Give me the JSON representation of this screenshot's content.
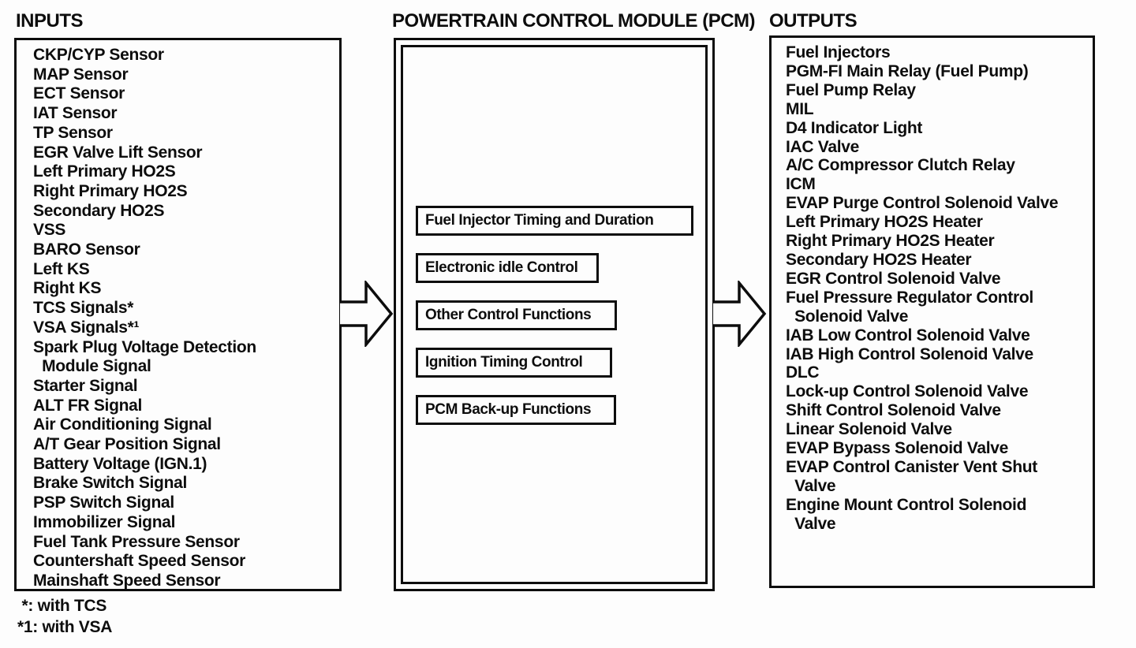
{
  "colors": {
    "ink": "#0d0d0d",
    "paper": "#fdfdfd"
  },
  "inputs": {
    "title": "INPUTS",
    "items": [
      "CKP/CYP Sensor",
      "MAP Sensor",
      "ECT Sensor",
      "IAT Sensor",
      "TP Sensor",
      "EGR Valve Lift Sensor",
      "Left Primary HO2S",
      "Right Primary HO2S",
      "Secondary HO2S",
      "VSS",
      "BARO Sensor",
      "Left KS",
      "Right KS",
      "TCS Signals*",
      "VSA Signals*¹",
      "Spark Plug Voltage Detection\n  Module Signal",
      "Starter Signal",
      "ALT FR Signal",
      "Air Conditioning Signal",
      "A/T Gear Position Signal",
      "Battery Voltage (IGN.1)",
      "Brake Switch Signal",
      "PSP Switch Signal",
      "Immobilizer Signal",
      "Fuel Tank Pressure Sensor",
      "Countershaft Speed Sensor",
      "Mainshaft Speed Sensor"
    ]
  },
  "pcm": {
    "title": "POWERTRAIN CONTROL MODULE (PCM)",
    "functions": [
      "Fuel Injector Timing and Duration",
      "Electronic idle Control",
      "Other Control Functions",
      "Ignition Timing Control",
      "PCM Back-up Functions"
    ]
  },
  "outputs": {
    "title": "OUTPUTS",
    "items": [
      "Fuel Injectors",
      "PGM-FI Main Relay (Fuel Pump)",
      "Fuel Pump Relay",
      "MIL",
      "D4 Indicator Light",
      "IAC Valve",
      "A/C Compressor Clutch Relay",
      "ICM",
      "EVAP Purge Control Solenoid Valve",
      "Left Primary HO2S Heater",
      "Right Primary HO2S Heater",
      "Secondary HO2S Heater",
      "EGR Control Solenoid Valve",
      "Fuel Pressure Regulator Control\n  Solenoid Valve",
      "IAB Low Control Solenoid Valve",
      "IAB High Control Solenoid Valve",
      "DLC",
      "Lock-up Control Solenoid Valve",
      "Shift Control Solenoid Valve",
      "Linear Solenoid Valve",
      "EVAP Bypass Solenoid Valve",
      "EVAP Control Canister Vent Shut\n  Valve",
      "Engine Mount Control Solenoid\n  Valve"
    ]
  },
  "footnotes": [
    " *: with TCS",
    "*1: with VSA"
  ],
  "icons": {
    "flow_arrow": "block-arrow-right"
  }
}
